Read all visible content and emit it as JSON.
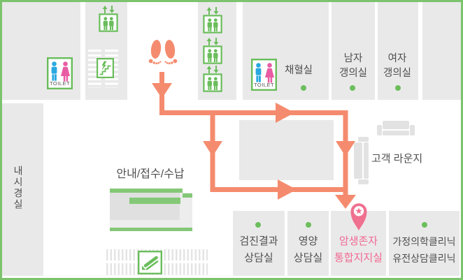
{
  "floor_map": {
    "rooms": {
      "endoscopy": {
        "name": "내시경실"
      },
      "reception": {
        "name": "안내/접수/수납"
      },
      "blood_lab": {
        "name": "채혈실"
      },
      "mens_changing": {
        "line1": "남자",
        "line2": "갱의실"
      },
      "womens_changing": {
        "line1": "여자",
        "line2": "갱의실"
      },
      "lounge": {
        "name": "고객 라운지"
      },
      "checkup_results": {
        "line1": "검진결과",
        "line2": "상담실"
      },
      "nutrition": {
        "line1": "영양",
        "line2": "상담실"
      },
      "cancer_survivor": {
        "line1": "암생존자",
        "line2": "통합지지실",
        "highlighted": "true"
      },
      "family_clinic": {
        "line1": "가정의학클리닉",
        "line2": "유전상담클리닉"
      }
    },
    "facilities": {
      "toilet_label": "TOILET",
      "icons": [
        "toilet-icon",
        "elevator-icon",
        "stairs-icon",
        "escalator-icon",
        "sofa-icon",
        "footprints-icon",
        "destination-pin-icon"
      ]
    },
    "colors": {
      "route_orange": "#f58b6e",
      "pin_pink": "#f07090",
      "highlight_text_pink": "#f26893",
      "frame_green": "#7cc36d",
      "icon_green": "#6abd5b",
      "dot_green": "#6cbe5d",
      "desk_green": "#84c877",
      "male_blue": "#29a8e0",
      "female_pink": "#e85ca4",
      "block_gray": "#e9e9e9",
      "text_gray": "#4f4f4f"
    }
  }
}
